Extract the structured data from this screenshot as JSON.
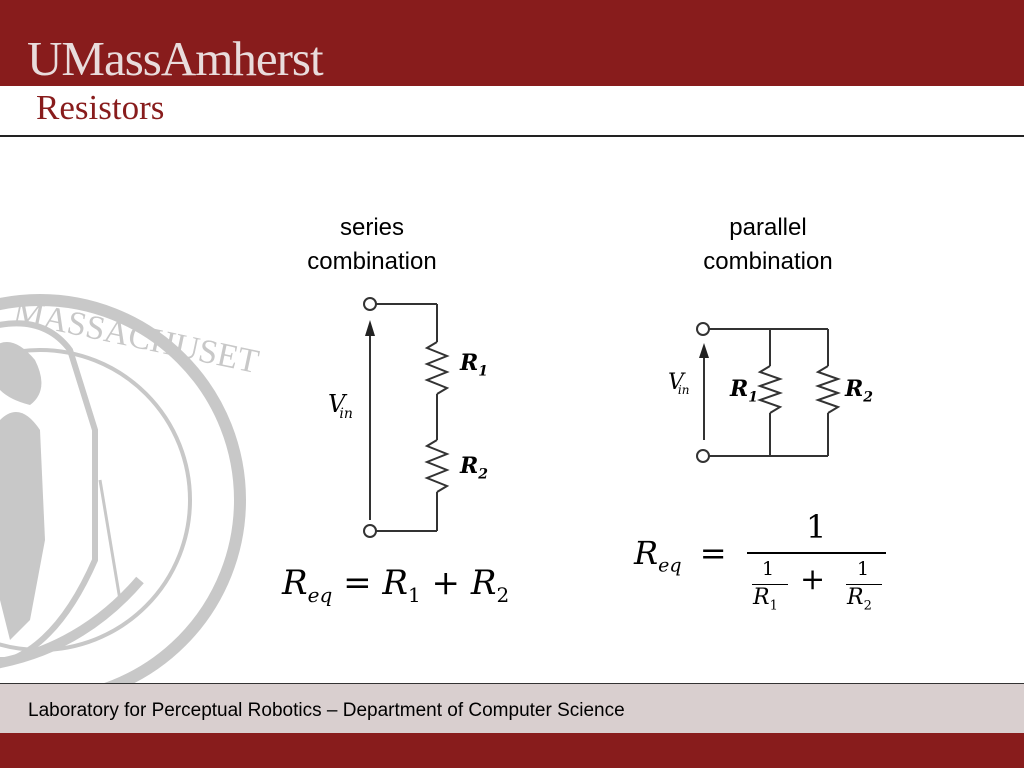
{
  "header": {
    "logo_text": "UMassAmherst",
    "slide_title": "Resistors"
  },
  "series": {
    "label_line1": "series",
    "label_line2": "combination",
    "v_symbol": "V",
    "v_subscript": "in",
    "r1": "R",
    "r1_sub": "1",
    "r2": "R",
    "r2_sub": "2",
    "equation_lhs": "R",
    "equation_lhs_sub": "eq",
    "equals": "=",
    "term1": "R",
    "term1_sub": "1",
    "plus": "+",
    "term2": "R",
    "term2_sub": "2"
  },
  "parallel": {
    "label_line1": "parallel",
    "label_line2": "combination",
    "v_symbol": "V",
    "v_subscript": "in",
    "r1": "R",
    "r1_sub": "1",
    "r2": "R",
    "r2_sub": "2",
    "equation_lhs": "R",
    "equation_lhs_sub": "eq",
    "equals": "=",
    "numerator": "1",
    "frac1_num": "1",
    "frac1_den": "R",
    "frac1_den_sub": "1",
    "plus": "+",
    "frac2_num": "1",
    "frac2_den": "R",
    "frac2_den_sub": "2"
  },
  "footer": {
    "text": "Laboratory for Perceptual Robotics – Department of Computer Science"
  },
  "colors": {
    "brand_maroon": "#881c1c",
    "footer_bg": "#d9cfcf",
    "seal_gray": "#c8c8c8"
  },
  "icons": {
    "seal": "massachusetts-seal-icon"
  }
}
